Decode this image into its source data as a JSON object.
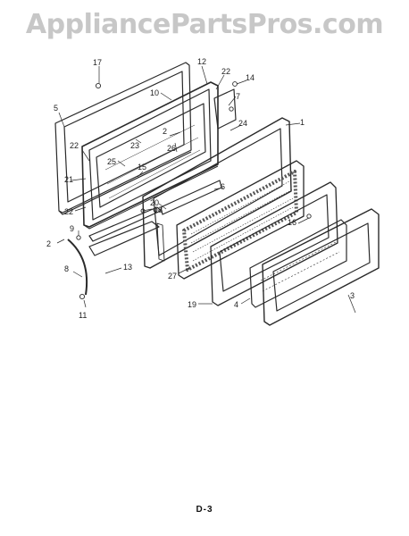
{
  "watermark": "AppliancePartsPros.com",
  "page_label": "D-3",
  "callouts": [
    "17",
    "12",
    "22",
    "14",
    "10",
    "5",
    "7",
    "2",
    "24",
    "1",
    "23",
    "26",
    "22",
    "25",
    "15",
    "21",
    "6",
    "18",
    "20",
    "9",
    "16",
    "22",
    "2",
    "13",
    "8",
    "27",
    "19",
    "4",
    "3",
    "11"
  ]
}
